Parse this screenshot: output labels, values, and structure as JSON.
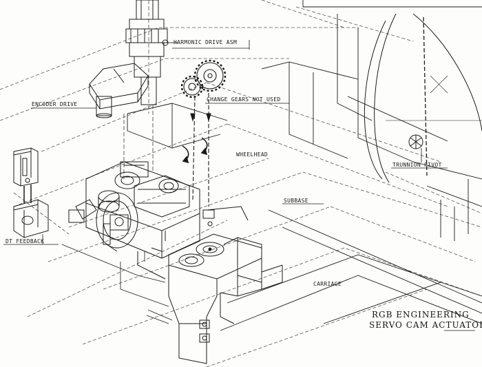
{
  "labels": {
    "harmonic_drive": "HARMONIC DRIVE ASM",
    "encoder_drive": "ENCODER DRIVE",
    "change_gears": "CHANGE GEARS NOT USED",
    "wheelhead": "WHEELHEAD",
    "trunnion_pivot": "TRUNNION PIVOT",
    "subbase": "SUBBASE",
    "dt_feedback": "DT FEEDBACK",
    "carriage": "CARRIAGE"
  },
  "title": {
    "line1": "RGB ENGINEERING",
    "line2": "SERVO CAM ACTUATOR"
  },
  "colors": {
    "ink": "#1a1a1a",
    "paper": "#fdfdfb",
    "dash": "#555555"
  }
}
